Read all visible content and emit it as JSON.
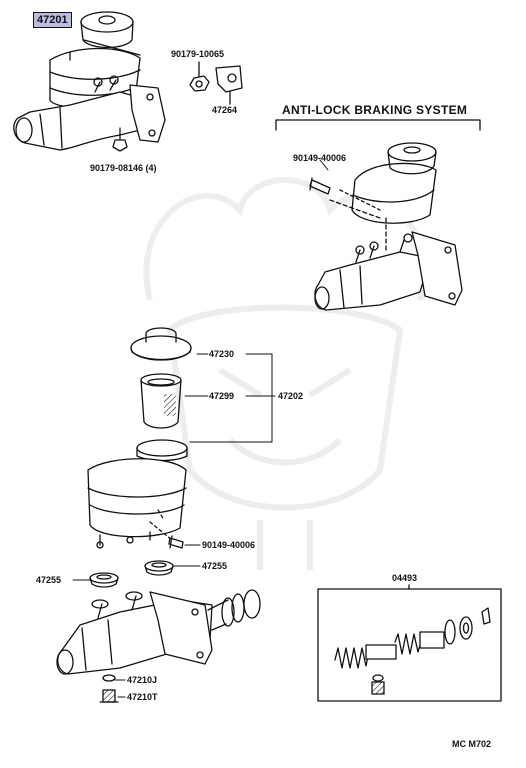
{
  "diagram": {
    "highlight_color": "#b9bde4",
    "section_title": "ANTI-LOCK  BRAKING SYSTEM",
    "figure_code": "MC  M702",
    "parts": {
      "p47201": "47201",
      "p90179_10065": "90179-10065",
      "p47264": "47264",
      "p90179_08146": "90179-08146 (4)",
      "p90149_40006_top": "90149-40006",
      "p47230": "47230",
      "p47299": "47299",
      "p47202": "47202",
      "p90149_40006_mid": "90149-40006",
      "p47255_left": "47255",
      "p47255_right": "47255",
      "p04493": "04493",
      "p47210J": "47210J",
      "p47210T": "47210T"
    }
  }
}
